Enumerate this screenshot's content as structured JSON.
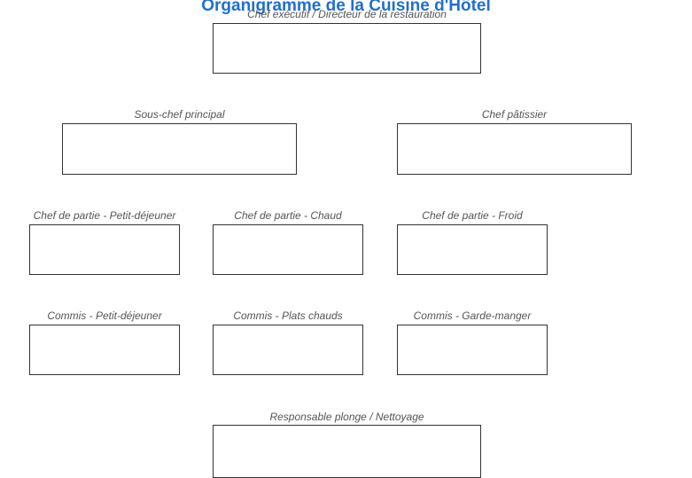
{
  "title": "Organigramme de la Cuisine d'Hôtel",
  "roles": {
    "executive_chef": "Chef exécutif / Directeur de la restauration",
    "sous_chef": "Sous-chef principal",
    "pastry_chef": "Chef pâtissier",
    "cdp_breakfast": "Chef de partie - Petit-déjeuner",
    "cdp_hot": "Chef de partie - Chaud",
    "cdp_cold": "Chef de partie - Froid",
    "commis_breakfast": "Commis - Petit-déjeuner",
    "commis_hot": "Commis - Plats chauds",
    "commis_pantry": "Commis - Garde-manger",
    "dishwashing": "Responsable plonge / Nettoyage"
  },
  "colors": {
    "title": "#1f6fd1",
    "label": "#555555",
    "box_border": "#333333"
  }
}
